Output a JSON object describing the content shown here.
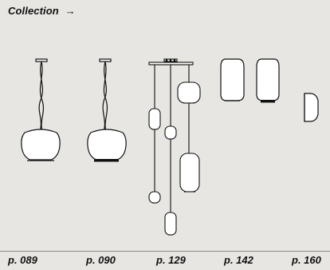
{
  "header": {
    "label": "Collection",
    "arrow": "→",
    "arrow_icon": "arrow-right-icon"
  },
  "products": [
    {
      "page_ref": "p. 089",
      "icon": "pendant-lamp-wide-icon"
    },
    {
      "page_ref": "p. 090",
      "icon": "pendant-lamp-wide-dark-rim-icon"
    },
    {
      "page_ref": "p. 129",
      "icon": "cluster-pendant-lamp-icon"
    },
    {
      "page_ref": "p. 142",
      "icon": "table-lamp-tall-icon"
    },
    {
      "page_ref": "p. 160",
      "icon": "wall-sconce-icon"
    }
  ],
  "colors": {
    "background": "#e7e6e3",
    "line": "#111111",
    "divider": "#8b8b8b"
  }
}
